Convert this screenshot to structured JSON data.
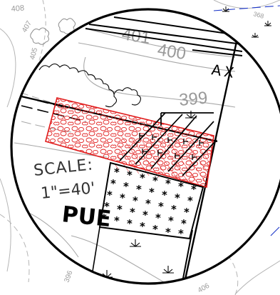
{
  "drawing": {
    "contour_labels": {
      "c401": "401",
      "c400": "400",
      "c399": "399",
      "c408": "408",
      "c407": "407",
      "c405": "405",
      "c406": "406",
      "c396": "396",
      "c368": "368"
    },
    "road_label": "AX",
    "scale_label": "SCALE:",
    "scale_value": "1\"=40'",
    "pue_label": "PUE"
  },
  "colors": {
    "riprap_red": "#e01b1b",
    "contour_gray": "#9a9a9a",
    "ink_black": "#000000",
    "blue_line": "#1a35c8",
    "background": "#ffffff"
  },
  "legend_symbols": {
    "riprap": "red-hatched-cobble",
    "wetland": "marsh-tuft-symbol",
    "landscape": "asterisk-plant-symbol",
    "trees": "tree-canopy-scallop"
  }
}
